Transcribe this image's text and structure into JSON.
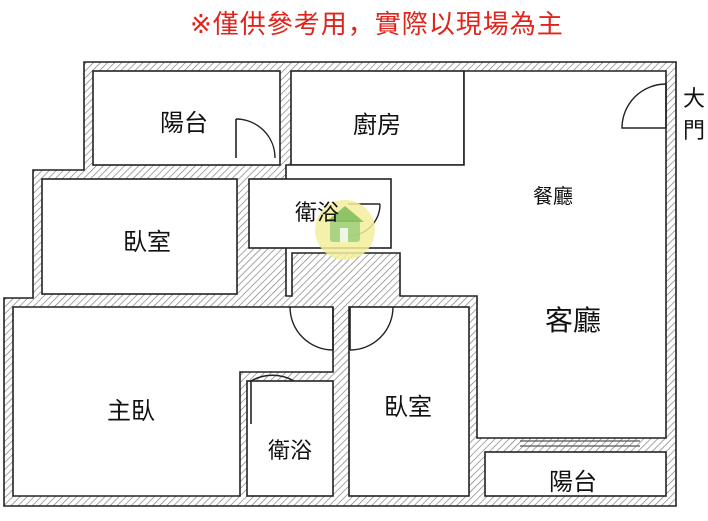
{
  "disclaimer": "※僅供參考用，實際以現場為主",
  "rooms": {
    "balcony_top": "陽台",
    "kitchen": "廚房",
    "dining": "餐廳",
    "bath_upper": "衛浴",
    "bedroom_left": "臥室",
    "living": "客廳",
    "master_bedroom": "主臥",
    "bath_lower": "衛浴",
    "bedroom_right": "臥室",
    "balcony_bottom": "陽台"
  },
  "entrance_label": [
    "大",
    "門"
  ],
  "colors": {
    "disclaimer": "#e0241b",
    "walls": "#222222",
    "watermark": "#e8e27a"
  },
  "icons": {
    "watermark": "house-logo-icon"
  }
}
